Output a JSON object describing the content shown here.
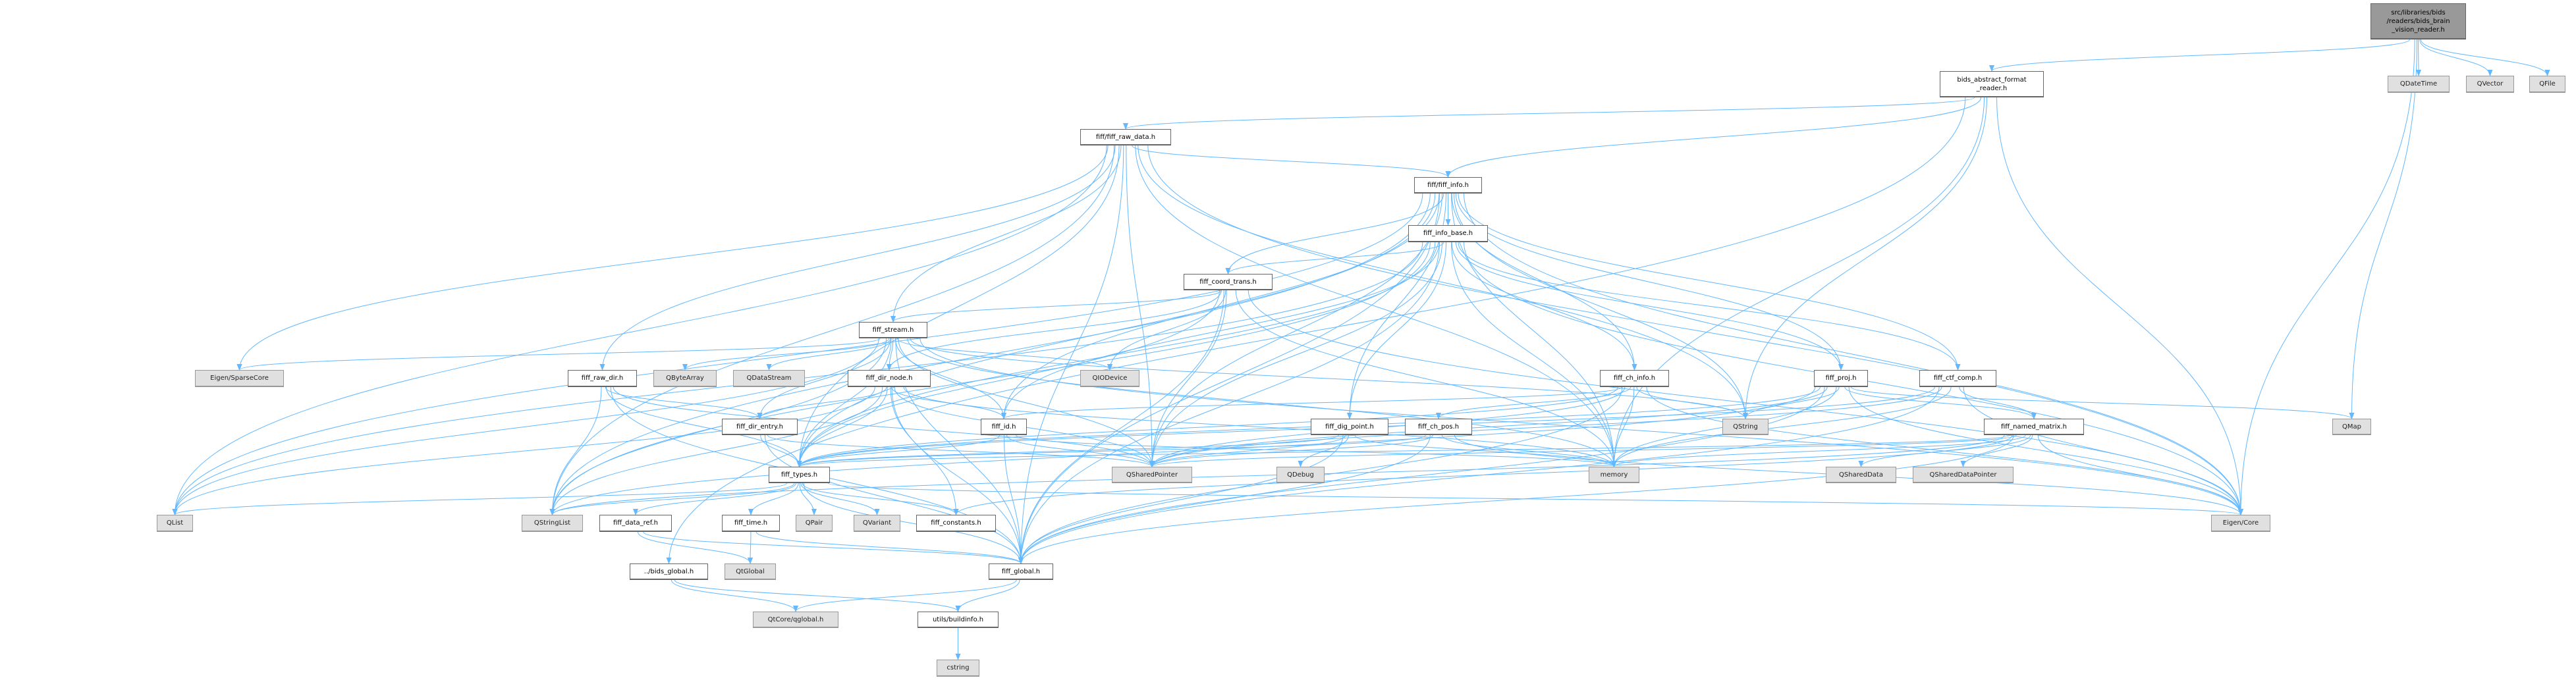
{
  "graph": {
    "title": "src/libraries/bids/readers/bids_brain_vision_reader.h",
    "edge_color": "#63b8ff",
    "nodes": [
      {
        "id": "main",
        "label": "src/libraries/bids\n/readers/bids_brain\n_vision_reader.h",
        "kind": "main"
      },
      {
        "id": "bafr",
        "label": "bids_abstract_format\n_reader.h",
        "kind": "doc"
      },
      {
        "id": "QDateTime",
        "label": "QDateTime",
        "kind": "ext"
      },
      {
        "id": "QVector",
        "label": "QVector",
        "kind": "ext"
      },
      {
        "id": "QFile",
        "label": "QFile",
        "kind": "ext"
      },
      {
        "id": "rawdata",
        "label": "fiff/fiff_raw_data.h",
        "kind": "doc"
      },
      {
        "id": "info",
        "label": "fiff/fiff_info.h",
        "kind": "doc"
      },
      {
        "id": "infobase",
        "label": "fiff_info_base.h",
        "kind": "doc"
      },
      {
        "id": "coordtrans",
        "label": "fiff_coord_trans.h",
        "kind": "doc"
      },
      {
        "id": "stream",
        "label": "fiff_stream.h",
        "kind": "doc"
      },
      {
        "id": "SparseCore",
        "label": "Eigen/SparseCore",
        "kind": "ext"
      },
      {
        "id": "rawdir",
        "label": "fiff_raw_dir.h",
        "kind": "doc"
      },
      {
        "id": "QByteArray",
        "label": "QByteArray",
        "kind": "ext"
      },
      {
        "id": "QDataStream",
        "label": "QDataStream",
        "kind": "ext"
      },
      {
        "id": "dirnode",
        "label": "fiff_dir_node.h",
        "kind": "doc"
      },
      {
        "id": "QIODevice",
        "label": "QIODevice",
        "kind": "ext"
      },
      {
        "id": "chinfo",
        "label": "fiff_ch_info.h",
        "kind": "doc"
      },
      {
        "id": "proj",
        "label": "fiff_proj.h",
        "kind": "doc"
      },
      {
        "id": "ctfcomp",
        "label": "fiff_ctf_comp.h",
        "kind": "doc"
      },
      {
        "id": "direntry",
        "label": "fiff_dir_entry.h",
        "kind": "doc"
      },
      {
        "id": "id",
        "label": "fiff_id.h",
        "kind": "doc"
      },
      {
        "id": "digpoint",
        "label": "fiff_dig_point.h",
        "kind": "doc"
      },
      {
        "id": "chpos",
        "label": "fiff_ch_pos.h",
        "kind": "doc"
      },
      {
        "id": "QString",
        "label": "QString",
        "kind": "ext"
      },
      {
        "id": "namedmatrix",
        "label": "fiff_named_matrix.h",
        "kind": "doc"
      },
      {
        "id": "QMap",
        "label": "QMap",
        "kind": "ext"
      },
      {
        "id": "types",
        "label": "fiff_types.h",
        "kind": "doc"
      },
      {
        "id": "QSharedPointer",
        "label": "QSharedPointer",
        "kind": "ext"
      },
      {
        "id": "QDebug",
        "label": "QDebug",
        "kind": "ext"
      },
      {
        "id": "memory",
        "label": "memory",
        "kind": "ext"
      },
      {
        "id": "QSharedData",
        "label": "QSharedData",
        "kind": "ext"
      },
      {
        "id": "QSharedDataPointer",
        "label": "QSharedDataPointer",
        "kind": "ext"
      },
      {
        "id": "QList",
        "label": "QList",
        "kind": "ext"
      },
      {
        "id": "QStringList",
        "label": "QStringList",
        "kind": "ext"
      },
      {
        "id": "dataref",
        "label": "fiff_data_ref.h",
        "kind": "doc"
      },
      {
        "id": "time",
        "label": "fiff_time.h",
        "kind": "doc"
      },
      {
        "id": "QPair",
        "label": "QPair",
        "kind": "ext"
      },
      {
        "id": "QVariant",
        "label": "QVariant",
        "kind": "ext"
      },
      {
        "id": "constants",
        "label": "fiff_constants.h",
        "kind": "doc"
      },
      {
        "id": "EigenCore",
        "label": "Eigen/Core",
        "kind": "ext"
      },
      {
        "id": "global",
        "label": "fiff_global.h",
        "kind": "doc"
      },
      {
        "id": "bidsglobal",
        "label": "../bids_global.h",
        "kind": "doc"
      },
      {
        "id": "QtGlobal",
        "label": "QtGlobal",
        "kind": "ext"
      },
      {
        "id": "qglobal",
        "label": "QtCore/qglobal.h",
        "kind": "ext"
      },
      {
        "id": "buildinfo",
        "label": "utils/buildinfo.h",
        "kind": "doc"
      },
      {
        "id": "cstring",
        "label": "cstring",
        "kind": "ext"
      }
    ],
    "edges": [
      [
        "main",
        "bafr"
      ],
      [
        "main",
        "QDateTime"
      ],
      [
        "main",
        "QVector"
      ],
      [
        "main",
        "QFile"
      ],
      [
        "main",
        "QMap"
      ],
      [
        "main",
        "EigenCore"
      ],
      [
        "bafr",
        "rawdata"
      ],
      [
        "bafr",
        "info"
      ],
      [
        "bafr",
        "bidsglobal"
      ],
      [
        "bafr",
        "QString"
      ],
      [
        "bafr",
        "memory"
      ],
      [
        "bafr",
        "EigenCore"
      ],
      [
        "rawdata",
        "info"
      ],
      [
        "rawdata",
        "stream"
      ],
      [
        "rawdata",
        "rawdir"
      ],
      [
        "rawdata",
        "global"
      ],
      [
        "rawdata",
        "types"
      ],
      [
        "rawdata",
        "QList"
      ],
      [
        "rawdata",
        "QStringList"
      ],
      [
        "rawdata",
        "SparseCore"
      ],
      [
        "rawdata",
        "QSharedPointer"
      ],
      [
        "rawdata",
        "QString"
      ],
      [
        "rawdata",
        "memory"
      ],
      [
        "rawdata",
        "EigenCore"
      ],
      [
        "info",
        "infobase"
      ],
      [
        "info",
        "coordtrans"
      ],
      [
        "info",
        "types"
      ],
      [
        "info",
        "global"
      ],
      [
        "info",
        "chinfo"
      ],
      [
        "info",
        "digpoint"
      ],
      [
        "info",
        "proj"
      ],
      [
        "info",
        "ctfcomp"
      ],
      [
        "info",
        "id"
      ],
      [
        "info",
        "QList"
      ],
      [
        "info",
        "QStringList"
      ],
      [
        "info",
        "QSharedPointer"
      ],
      [
        "info",
        "memory"
      ],
      [
        "info",
        "QString"
      ],
      [
        "info",
        "EigenCore"
      ],
      [
        "infobase",
        "coordtrans"
      ],
      [
        "infobase",
        "chinfo"
      ],
      [
        "infobase",
        "digpoint"
      ],
      [
        "infobase",
        "types"
      ],
      [
        "infobase",
        "global"
      ],
      [
        "infobase",
        "id"
      ],
      [
        "infobase",
        "proj"
      ],
      [
        "infobase",
        "ctfcomp"
      ],
      [
        "infobase",
        "QList"
      ],
      [
        "infobase",
        "QStringList"
      ],
      [
        "infobase",
        "QSharedPointer"
      ],
      [
        "infobase",
        "memory"
      ],
      [
        "infobase",
        "EigenCore"
      ],
      [
        "coordtrans",
        "stream"
      ],
      [
        "coordtrans",
        "dirnode"
      ],
      [
        "coordtrans",
        "types"
      ],
      [
        "coordtrans",
        "global"
      ],
      [
        "coordtrans",
        "QIODevice"
      ],
      [
        "coordtrans",
        "QSharedPointer"
      ],
      [
        "coordtrans",
        "memory"
      ],
      [
        "coordtrans",
        "EigenCore"
      ],
      [
        "stream",
        "types"
      ],
      [
        "stream",
        "global"
      ],
      [
        "stream",
        "id"
      ],
      [
        "stream",
        "dirnode"
      ],
      [
        "stream",
        "direntry"
      ],
      [
        "stream",
        "SparseCore"
      ],
      [
        "stream",
        "QByteArray"
      ],
      [
        "stream",
        "QDataStream"
      ],
      [
        "stream",
        "QIODevice"
      ],
      [
        "stream",
        "QList"
      ],
      [
        "stream",
        "QStringList"
      ],
      [
        "stream",
        "QSharedPointer"
      ],
      [
        "stream",
        "memory"
      ],
      [
        "stream",
        "QString"
      ],
      [
        "stream",
        "EigenCore"
      ],
      [
        "rawdir",
        "direntry"
      ],
      [
        "rawdir",
        "types"
      ],
      [
        "rawdir",
        "global"
      ],
      [
        "rawdir",
        "QSharedPointer"
      ],
      [
        "rawdir",
        "QStringList"
      ],
      [
        "dirnode",
        "direntry"
      ],
      [
        "dirnode",
        "id"
      ],
      [
        "dirnode",
        "types"
      ],
      [
        "dirnode",
        "global"
      ],
      [
        "dirnode",
        "constants"
      ],
      [
        "dirnode",
        "QList"
      ],
      [
        "dirnode",
        "QStringList"
      ],
      [
        "dirnode",
        "QSharedPointer"
      ],
      [
        "dirnode",
        "memory"
      ],
      [
        "direntry",
        "types"
      ],
      [
        "direntry",
        "global"
      ],
      [
        "direntry",
        "QSharedPointer"
      ],
      [
        "id",
        "types"
      ],
      [
        "id",
        "global"
      ],
      [
        "id",
        "QSharedPointer"
      ],
      [
        "id",
        "memory"
      ],
      [
        "chinfo",
        "types"
      ],
      [
        "chinfo",
        "global"
      ],
      [
        "chinfo",
        "chpos"
      ],
      [
        "chinfo",
        "id"
      ],
      [
        "chinfo",
        "QSharedPointer"
      ],
      [
        "chinfo",
        "memory"
      ],
      [
        "chinfo",
        "QString"
      ],
      [
        "chinfo",
        "EigenCore"
      ],
      [
        "digpoint",
        "types"
      ],
      [
        "digpoint",
        "global"
      ],
      [
        "digpoint",
        "QSharedPointer"
      ],
      [
        "digpoint",
        "QDebug"
      ],
      [
        "digpoint",
        "memory"
      ],
      [
        "chpos",
        "types"
      ],
      [
        "chpos",
        "global"
      ],
      [
        "chpos",
        "QSharedPointer"
      ],
      [
        "chpos",
        "memory"
      ],
      [
        "chpos",
        "EigenCore"
      ],
      [
        "proj",
        "types"
      ],
      [
        "proj",
        "global"
      ],
      [
        "proj",
        "namedmatrix"
      ],
      [
        "proj",
        "QString"
      ],
      [
        "proj",
        "QSharedPointer"
      ],
      [
        "proj",
        "memory"
      ],
      [
        "proj",
        "EigenCore"
      ],
      [
        "proj",
        "QStringList"
      ],
      [
        "proj",
        "QMap"
      ],
      [
        "ctfcomp",
        "namedmatrix"
      ],
      [
        "ctfcomp",
        "types"
      ],
      [
        "ctfcomp",
        "global"
      ],
      [
        "ctfcomp",
        "QSharedPointer"
      ],
      [
        "ctfcomp",
        "memory"
      ],
      [
        "ctfcomp",
        "EigenCore"
      ],
      [
        "namedmatrix",
        "types"
      ],
      [
        "namedmatrix",
        "global"
      ],
      [
        "namedmatrix",
        "QSharedData"
      ],
      [
        "namedmatrix",
        "QSharedDataPointer"
      ],
      [
        "namedmatrix",
        "QStringList"
      ],
      [
        "namedmatrix",
        "QSharedPointer"
      ],
      [
        "namedmatrix",
        "memory"
      ],
      [
        "namedmatrix",
        "EigenCore"
      ],
      [
        "namedmatrix",
        "constants"
      ],
      [
        "types",
        "global"
      ],
      [
        "types",
        "time"
      ],
      [
        "types",
        "dataref"
      ],
      [
        "types",
        "constants"
      ],
      [
        "types",
        "QList"
      ],
      [
        "types",
        "QStringList"
      ],
      [
        "types",
        "QPair"
      ],
      [
        "types",
        "QVariant"
      ],
      [
        "types",
        "EigenCore"
      ],
      [
        "dataref",
        "global"
      ],
      [
        "dataref",
        "QtGlobal"
      ],
      [
        "time",
        "global"
      ],
      [
        "time",
        "QtGlobal"
      ],
      [
        "bidsglobal",
        "qglobal"
      ],
      [
        "bidsglobal",
        "buildinfo"
      ],
      [
        "global",
        "qglobal"
      ],
      [
        "global",
        "buildinfo"
      ],
      [
        "buildinfo",
        "cstring"
      ]
    ]
  }
}
